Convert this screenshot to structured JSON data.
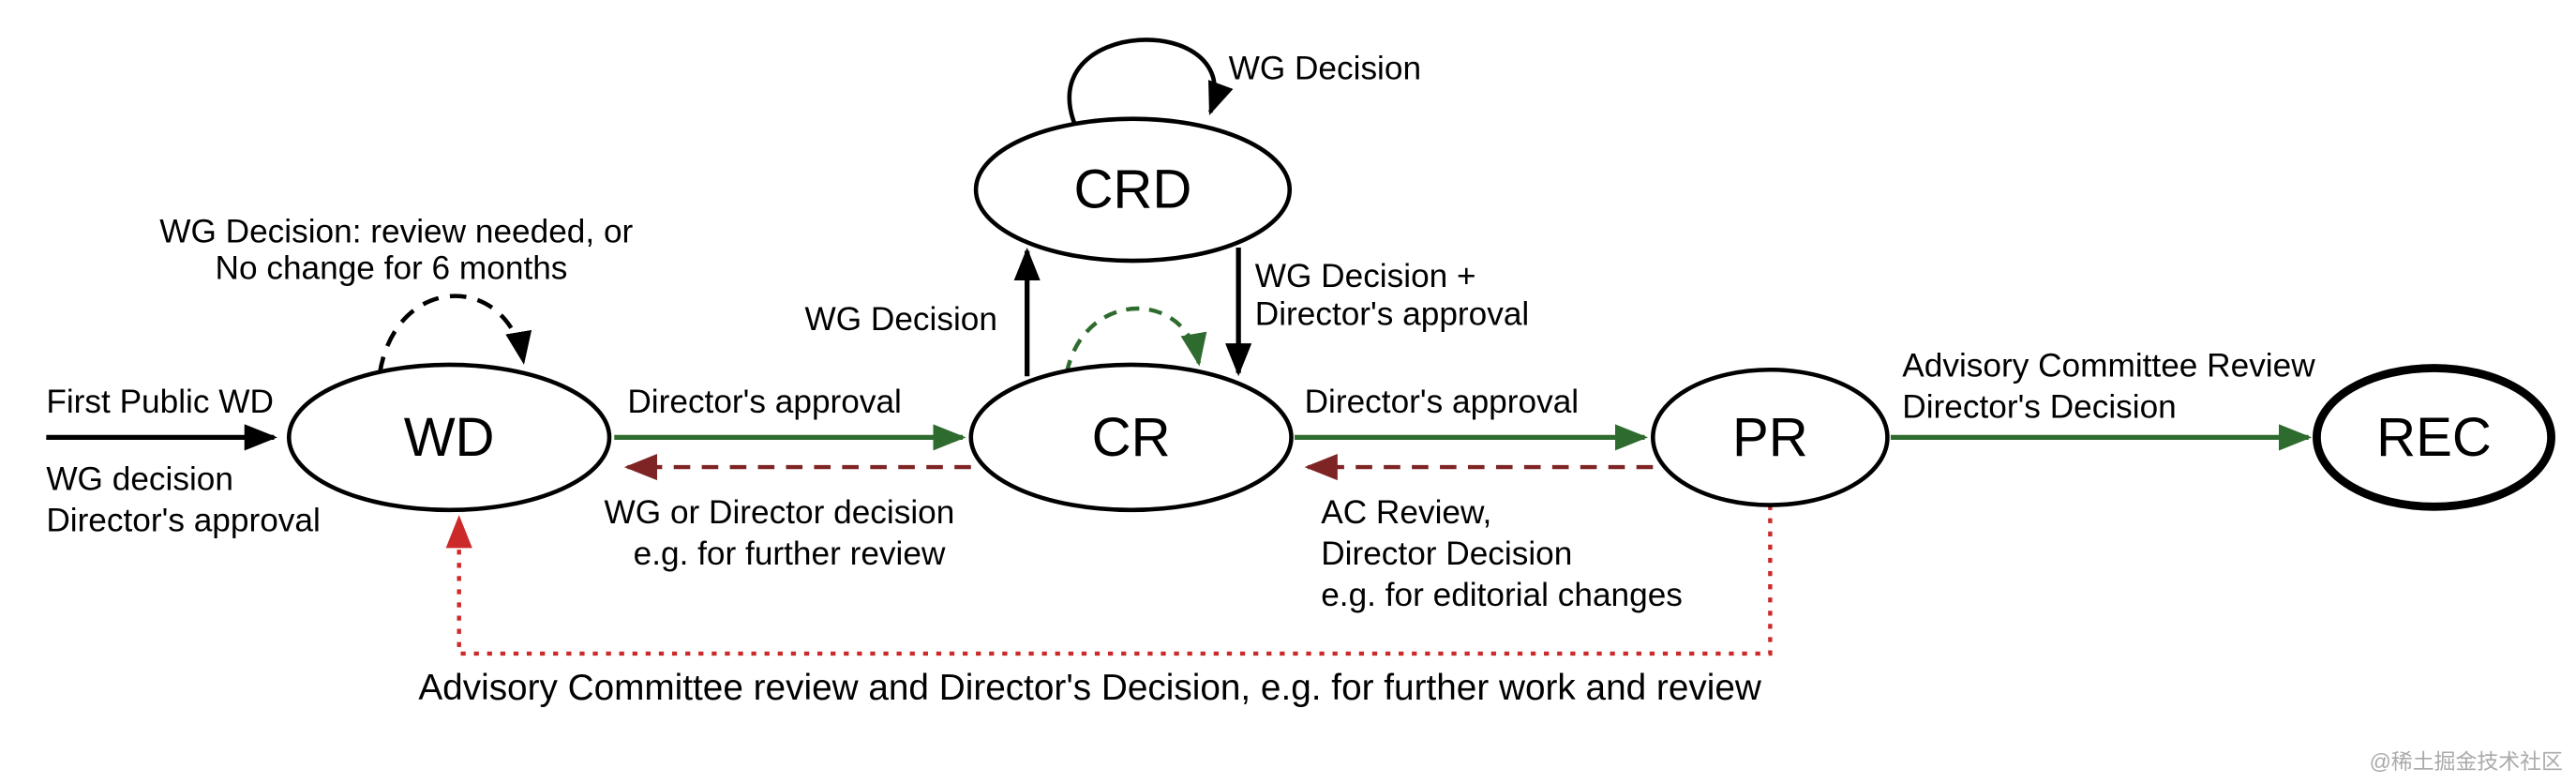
{
  "diagram": {
    "title": "W3C Recommendation track state diagram",
    "colors": {
      "black": "#000000",
      "green": "#2e6b2e",
      "maroon": "#7f2424",
      "red": "#cc2a2a",
      "watermark_gray": "#aaaaaa"
    },
    "nodes": {
      "wd": "WD",
      "crd": "CRD",
      "cr": "CR",
      "pr": "PR",
      "rec": "REC"
    },
    "edges": {
      "entry": {
        "title": "First Public WD",
        "sub1": "WG decision",
        "sub2": "Director's approval"
      },
      "wd_selfloop": {
        "line1": "WG Decision: review needed, or",
        "line2": "No change for 6 months"
      },
      "wd_to_cr": {
        "label": "Director's approval"
      },
      "cr_to_wd": {
        "line1": "WG or Director decision",
        "line2": "e.g. for further review"
      },
      "crd_selfloop": {
        "label": "WG Decision"
      },
      "cr_to_crd": {
        "label": "WG Decision"
      },
      "crd_to_cr": {
        "line1": "WG Decision +",
        "line2": "Director's approval"
      },
      "cr_to_pr": {
        "label": "Director's approval"
      },
      "pr_to_cr": {
        "line1": "AC Review,",
        "line2": "Director Decision",
        "line3": "e.g. for editorial changes"
      },
      "pr_to_rec": {
        "line1": "Advisory Committee Review",
        "line2": "Director's Decision"
      },
      "pr_to_wd": {
        "label": "Advisory Committee review and Director's Decision, e.g. for further work and review"
      }
    },
    "watermark": "@稀土掘金技术社区"
  }
}
